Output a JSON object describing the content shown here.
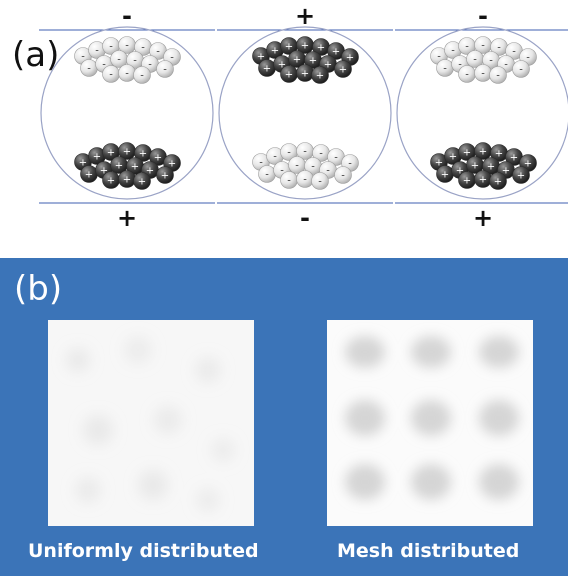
{
  "panel_a": {
    "label": "(a)",
    "cells": [
      {
        "top_sign": "-",
        "bottom_sign": "+",
        "top_particles": "negative",
        "bottom_particles": "positive"
      },
      {
        "top_sign": "+",
        "bottom_sign": "-",
        "top_particles": "positive",
        "bottom_particles": "negative"
      },
      {
        "top_sign": "-",
        "bottom_sign": "+",
        "top_particles": "negative",
        "bottom_particles": "positive"
      }
    ],
    "particle_signs": {
      "dark": "+",
      "light": "-"
    }
  },
  "panel_b": {
    "label": "(b)",
    "screens": [
      {
        "caption": "Uniformly distributed",
        "pattern": "uniform"
      },
      {
        "caption": "Mesh distributed",
        "pattern": "mesh"
      }
    ]
  },
  "colors": {
    "panel_background": "#3b74b8",
    "electrode_line": "#3f5fb0",
    "dark_particle": "#444444",
    "light_particle": "#e6e6e6",
    "capsule_outline": "#9aa3c6"
  }
}
